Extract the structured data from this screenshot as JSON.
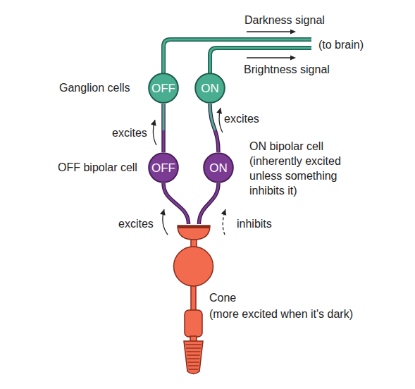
{
  "diagram": {
    "nodes": [
      {
        "text": [
          "OFF"
        ]
      },
      {
        "text": [
          "ON"
        ]
      },
      {
        "text": [
          "OFF",
          "OFF bipolar cell"
        ]
      },
      {
        "text": [
          "ON",
          "ON bipolar cell",
          "(inherently excited unless something inhibits it)"
        ]
      },
      {
        "text": [
          "Cone",
          "(more excited when it's dark)"
        ]
      }
    ],
    "edges": [
      {
        "from": 4,
        "to": 2,
        "label": "excites",
        "arrow": "to"
      },
      {
        "from": 4,
        "to": 3,
        "label": "inhibits",
        "arrow": "to"
      },
      {
        "from": 2,
        "to": 0,
        "label": "excites",
        "arrow": "to"
      },
      {
        "from": 3,
        "to": 1,
        "label": "excites",
        "arrow": "to"
      }
    ],
    "labels": [
      "Darkness signal",
      "(to brain)",
      "Brightness signal",
      "Ganglion cells"
    ]
  }
}
